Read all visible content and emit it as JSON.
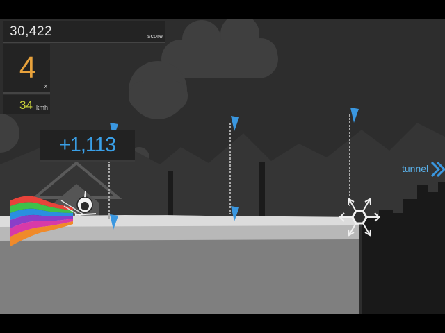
{
  "hud": {
    "score": "30,422",
    "score_label": "score",
    "multiplier": "4",
    "multiplier_label": "x",
    "speed": "34",
    "speed_unit": "kmh"
  },
  "popup": {
    "bonus": "+1,113"
  },
  "upcoming": {
    "label": "tunnel",
    "icon": "double-chevron-right-icon"
  },
  "colors": {
    "sky": "#2d2d2d",
    "ground_top": "#dcdcdc",
    "ground_mid": "#b8b8b8",
    "ground_base": "#7f7f7f",
    "flag": "#3a97e0",
    "multiplier": "#e8a23c",
    "speed": "#c9d23a",
    "bonus": "#3aa0e8",
    "rainbow": [
      "#e8433a",
      "#3fc14a",
      "#2a8fe0",
      "#8a3ec8",
      "#d83aa8",
      "#f08a2a"
    ]
  },
  "icons": [
    "skier-icon",
    "snowflake-icon",
    "slalom-flag-icon",
    "cloud-icon",
    "house-icon",
    "city-skyline-icon"
  ]
}
